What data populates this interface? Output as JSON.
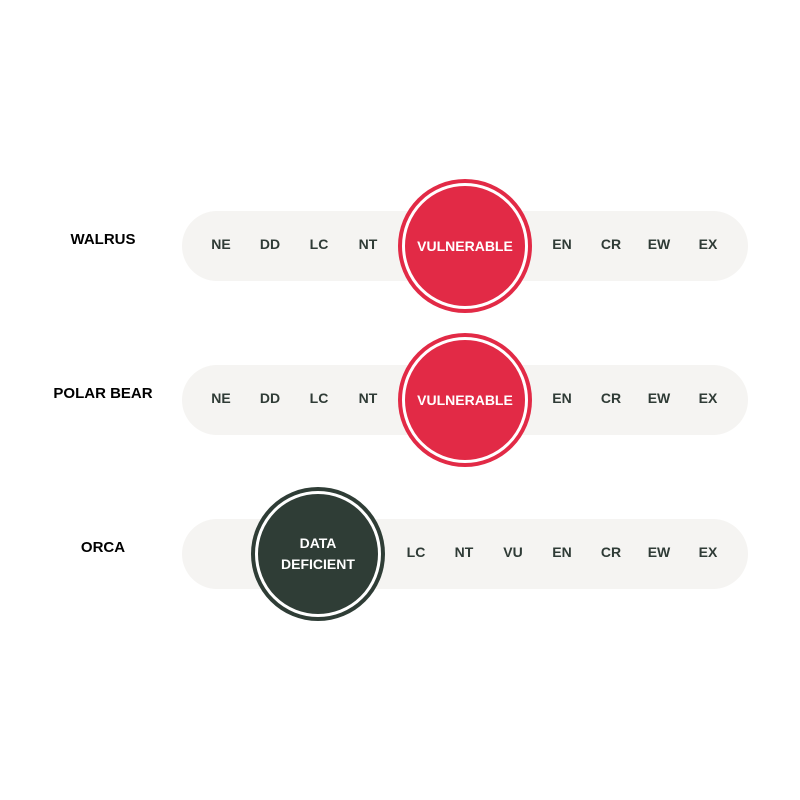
{
  "categories_all": [
    "NE",
    "DD",
    "LC",
    "NT",
    "VU",
    "EN",
    "CR",
    "EW",
    "EX"
  ],
  "colors": {
    "vulnerable": "#e22a46",
    "data_deficient": "#2f3d36",
    "track": "#f5f4f2",
    "label": "#2f3b36"
  },
  "rows": [
    {
      "animal": "WALRUS",
      "status": {
        "label_lines": [
          "VULNERABLE"
        ],
        "color": "#e22a46"
      },
      "labels": [
        "NE",
        "DD",
        "LC",
        "NT",
        "EN",
        "CR",
        "EW",
        "EX"
      ]
    },
    {
      "animal": "POLAR BEAR",
      "status": {
        "label_lines": [
          "VULNERABLE"
        ],
        "color": "#e22a46"
      },
      "labels": [
        "NE",
        "DD",
        "LC",
        "NT",
        "EN",
        "CR",
        "EW",
        "EX"
      ]
    },
    {
      "animal": "ORCA",
      "status": {
        "label_lines": [
          "DATA",
          "DEFICIENT"
        ],
        "color": "#2f3d36"
      },
      "labels": [
        "LC",
        "NT",
        "VU",
        "EN",
        "CR",
        "EW",
        "EX"
      ]
    }
  ]
}
